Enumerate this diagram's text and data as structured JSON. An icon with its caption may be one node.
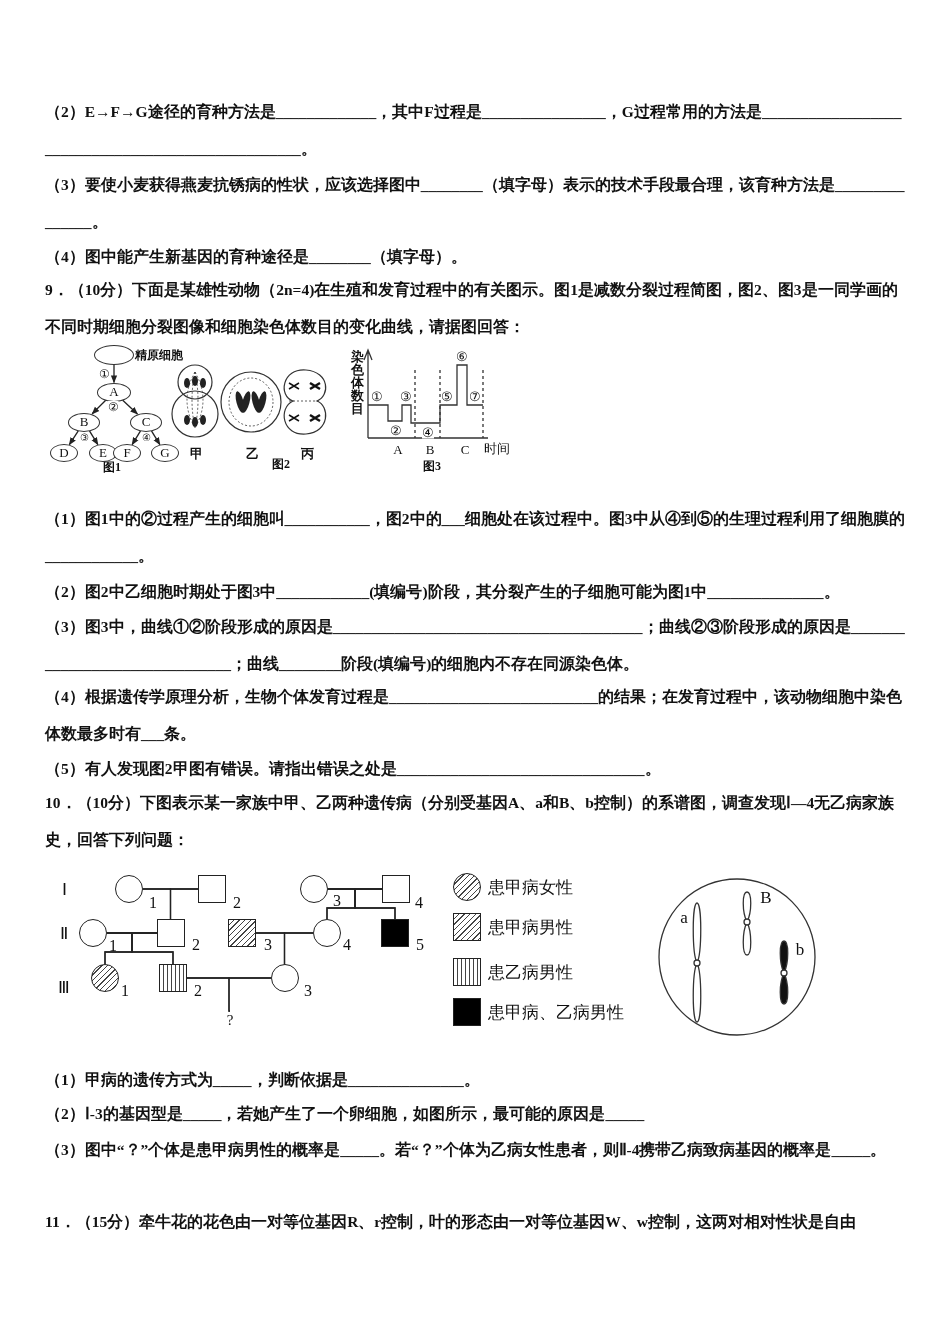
{
  "diagram": {
    "nodes": [
      {
        "text": [],
        "shape": "circle",
        "beside": [
          "精原细胞"
        ]
      },
      {
        "text": [
          "A"
        ]
      },
      {
        "text": [
          "B"
        ]
      },
      {
        "text": [
          "C"
        ]
      },
      {
        "text": [
          "D"
        ]
      },
      {
        "text": [
          "E"
        ]
      },
      {
        "text": [
          "F"
        ]
      },
      {
        "text": [
          "G"
        ]
      },
      {
        "text": [],
        "shape": "circle",
        "beside": [
          "1"
        ]
      },
      {
        "text": [],
        "shape": "box",
        "beside": [
          "2"
        ]
      },
      {
        "text": [],
        "shape": "circle",
        "beside": [
          "3"
        ]
      },
      {
        "text": [],
        "shape": "box",
        "beside": [
          "4"
        ]
      },
      {
        "text": [],
        "shape": "circle",
        "beside": [
          "1"
        ]
      },
      {
        "text": [],
        "shape": "box",
        "beside": [
          "2"
        ]
      },
      {
        "text": [],
        "shape": "box",
        "beside": [
          "3"
        ]
      },
      {
        "text": [],
        "shape": "circle",
        "beside": [
          "4"
        ]
      },
      {
        "text": [],
        "shape": "box",
        "beside": [
          "5"
        ]
      },
      {
        "text": [],
        "shape": "circle",
        "beside": [
          "1"
        ]
      },
      {
        "text": [],
        "shape": "box",
        "beside": [
          "2"
        ]
      },
      {
        "text": [],
        "shape": "circle",
        "beside": [
          "3"
        ]
      },
      {
        "text": [
          "?"
        ]
      }
    ],
    "edges": [
      {
        "from": 0,
        "to": 1,
        "arrow": "to",
        "label": "①"
      },
      {
        "from": 1,
        "to": 2,
        "arrow": "to"
      },
      {
        "from": 1,
        "to": 3,
        "arrow": "to"
      },
      {
        "from": 2,
        "to": 4,
        "arrow": "to"
      },
      {
        "from": 2,
        "to": 5,
        "arrow": "to"
      },
      {
        "from": 3,
        "to": 6,
        "arrow": "to"
      },
      {
        "from": 3,
        "to": 7,
        "arrow": "to"
      },
      {
        "from": 8,
        "to": 9,
        "arrow": "none"
      },
      {
        "from": 10,
        "to": 11,
        "arrow": "none"
      },
      {
        "from": 12,
        "to": 13,
        "arrow": "none"
      },
      {
        "from": 14,
        "to": 15,
        "arrow": "none"
      },
      {
        "from": 18,
        "to": 19,
        "arrow": "none"
      },
      {
        "from": 8,
        "to": 13,
        "arrow": "none"
      },
      {
        "from": 9,
        "to": 13,
        "arrow": "none"
      },
      {
        "from": 10,
        "to": 15,
        "arrow": "none"
      },
      {
        "from": 11,
        "to": 15,
        "arrow": "none"
      },
      {
        "from": 10,
        "to": 16,
        "arrow": "none"
      },
      {
        "from": 11,
        "to": 16,
        "arrow": "none"
      },
      {
        "from": 12,
        "to": 17,
        "arrow": "none"
      },
      {
        "from": 13,
        "to": 17,
        "arrow": "none"
      },
      {
        "from": 12,
        "to": 18,
        "arrow": "none"
      },
      {
        "from": 13,
        "to": 18,
        "arrow": "none"
      },
      {
        "from": 14,
        "to": 19,
        "arrow": "none"
      },
      {
        "from": 15,
        "to": 19,
        "arrow": "none"
      },
      {
        "from": 18,
        "to": 20,
        "arrow": "none"
      },
      {
        "from": 19,
        "to": 20,
        "arrow": "none"
      }
    ],
    "labels": [
      "（2）E→F→G途径的育种方法是_____________，其中F过程是________________，G过程常用的方法是___________________________________________________。",
      "（3）要使小麦获得燕麦抗锈病的性状，应该选择图中________（填字母）表示的技术手段最合理，该育种方法是_______________。",
      "（4）图中能产生新基因的育种途径是________（填字母）。",
      "9．（10分）下面是某雄性动物（2n=4)在生殖和发育过程中的有关图示。图1是减数分裂过程简图，图2、图3是一同学画的不同时期细胞分裂图像和细胞染色体数目的变化曲线，请据图回答：",
      "②",
      "③",
      "④",
      "图1",
      "甲",
      "乙",
      "图2",
      "丙",
      "染色体数目",
      "①",
      "②",
      "③",
      "④",
      "⑤",
      "⑥",
      "⑦",
      "A",
      "B",
      "C",
      "时间",
      "图3",
      "（1）图1中的②过程产生的细胞叫___________，图2中的___细胞处在该过程中。图3中从④到⑤的生理过程利用了细胞膜的____________。",
      "（2）图2中乙细胞时期处于图3中____________(填编号)阶段，其分裂产生的子细胞可能为图1中_______________。",
      "（3）图3中，曲线①②阶段形成的原因是________________________________________；曲线②③阶段形成的原因是_______________________________；曲线________阶段(填编号)的细胞内不存在同源染色体。",
      "（4）根据遗传学原理分析，生物个体发育过程是___________________________的结果；在发育过程中，该动物细胞中染色体数最多时有___条。",
      "（5）有人发现图2甲图有错误。请指出错误之处是________________________________。",
      "10．（10分）下图表示某一家族中甲、乙两种遗传病（分别受基因A、a和B、b控制）的系谱图，调查发现Ⅰ—4无乙病家族史，回答下列问题：",
      "Ⅰ",
      "Ⅱ",
      "Ⅲ",
      "a",
      "B",
      "b",
      "（1）甲病的遗传方式为_____，判断依据是_______________。",
      "（2）Ⅰ-3的基因型是_____，若她产生了一个卵细胞，如图所示，最可能的原因是_____",
      "（3）图中“？”个体是患甲病男性的概率是_____。若“？”个体为乙病女性患者，则Ⅱ-4携带乙病致病基因的概率是_____。",
      "11．（15分）牵牛花的花色由一对等位基因R、r控制，叶的形态由一对等位基因W、w控制，这两对相对性状是自由"
    ],
    "legend": [
      {
        "text": "患甲病女性"
      },
      {
        "text": "患甲病男性"
      },
      {
        "text": "患乙病男性"
      },
      {
        "text": "患甲病、乙病男性",
        "color": "#000000"
      }
    ]
  }
}
